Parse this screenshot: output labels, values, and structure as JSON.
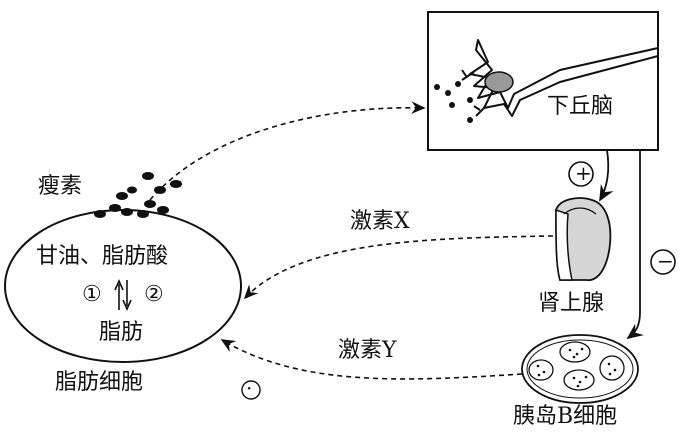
{
  "labels": {
    "hypothalamus": "下丘脑",
    "leptin": "瘦素",
    "hormone_x": "激素X",
    "hormone_y": "激素Y",
    "glycerol_fatty_acid": "甘油、脂肪酸",
    "step1": "①",
    "step2": "②",
    "fat": "脂肪",
    "fat_cell": "脂肪细胞",
    "adrenal": "肾上腺",
    "islet_b_cell": "胰岛B细胞",
    "plus_sign": "+",
    "minus_sign": "−",
    "dot_sign": "·"
  },
  "colors": {
    "ink": "#111111",
    "background": "#ffffff",
    "gland_shade": "#cfcfcf"
  }
}
